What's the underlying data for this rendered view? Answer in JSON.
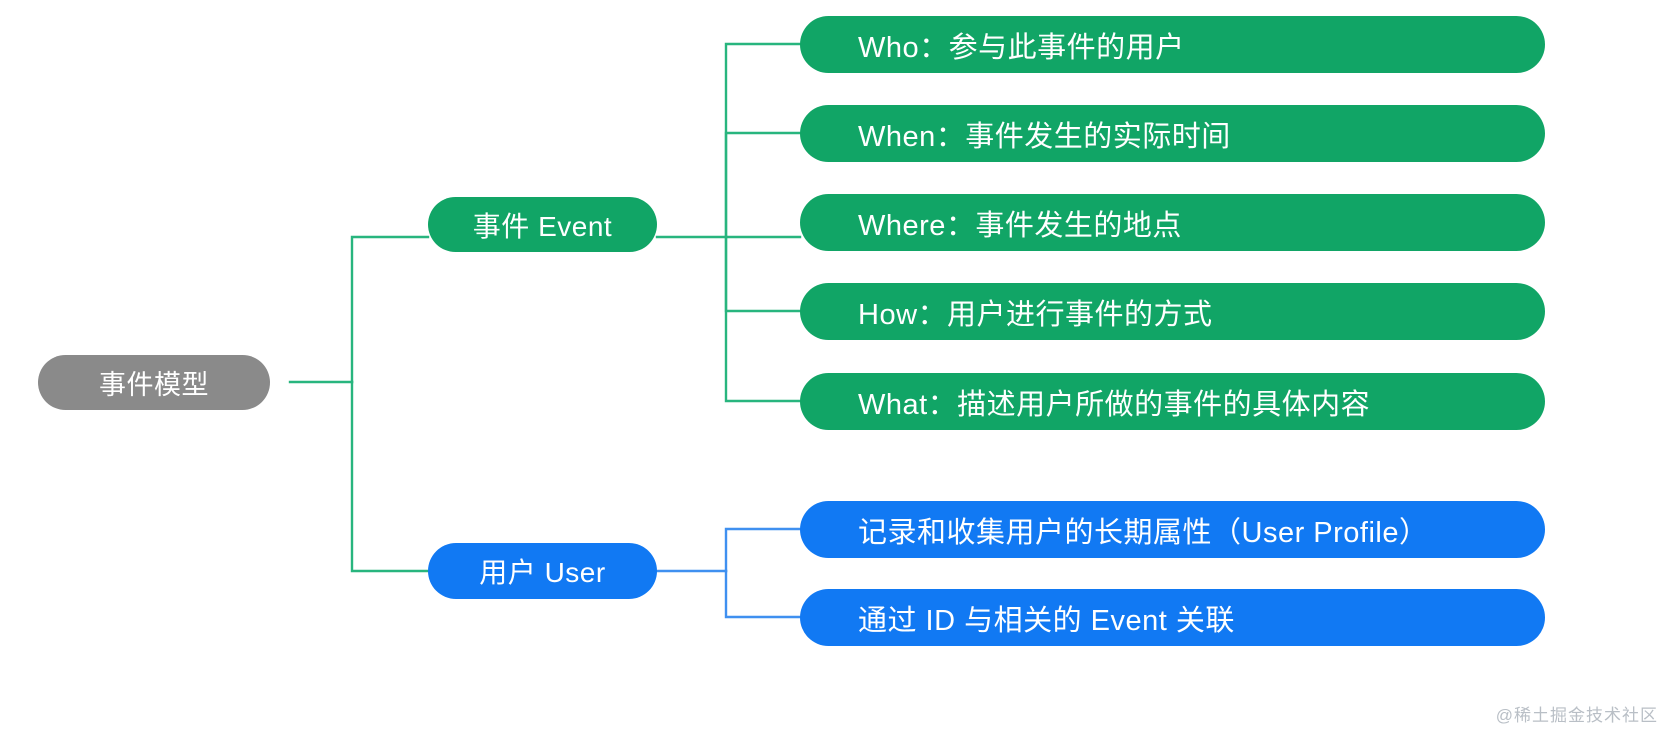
{
  "diagram": {
    "title": "事件模型",
    "colors": {
      "root": "#8a8a8a",
      "event_green": "#11a566",
      "user_blue": "#1179f3",
      "connector_green": "#28b57e",
      "connector_blue": "#3f90f0",
      "background": "#ffffff",
      "watermark_text": "#b9bfc6"
    },
    "root": {
      "label": "事件模型"
    },
    "branches": [
      {
        "id": "event",
        "label": "事件 Event",
        "color": "#11a566",
        "children": [
          {
            "label": "Who：参与此事件的用户"
          },
          {
            "label": "When：事件发生的实际时间"
          },
          {
            "label": "Where：事件发生的地点"
          },
          {
            "label": "How：用户进行事件的方式"
          },
          {
            "label": "What：描述用户所做的事件的具体内容"
          }
        ]
      },
      {
        "id": "user",
        "label": "用户 User",
        "color": "#1179f3",
        "children": [
          {
            "label": "记录和收集用户的长期属性（User Profile）"
          },
          {
            "label": "通过 ID 与相关的 Event 关联"
          }
        ]
      }
    ],
    "watermark": "@稀土掘金技术社区"
  }
}
